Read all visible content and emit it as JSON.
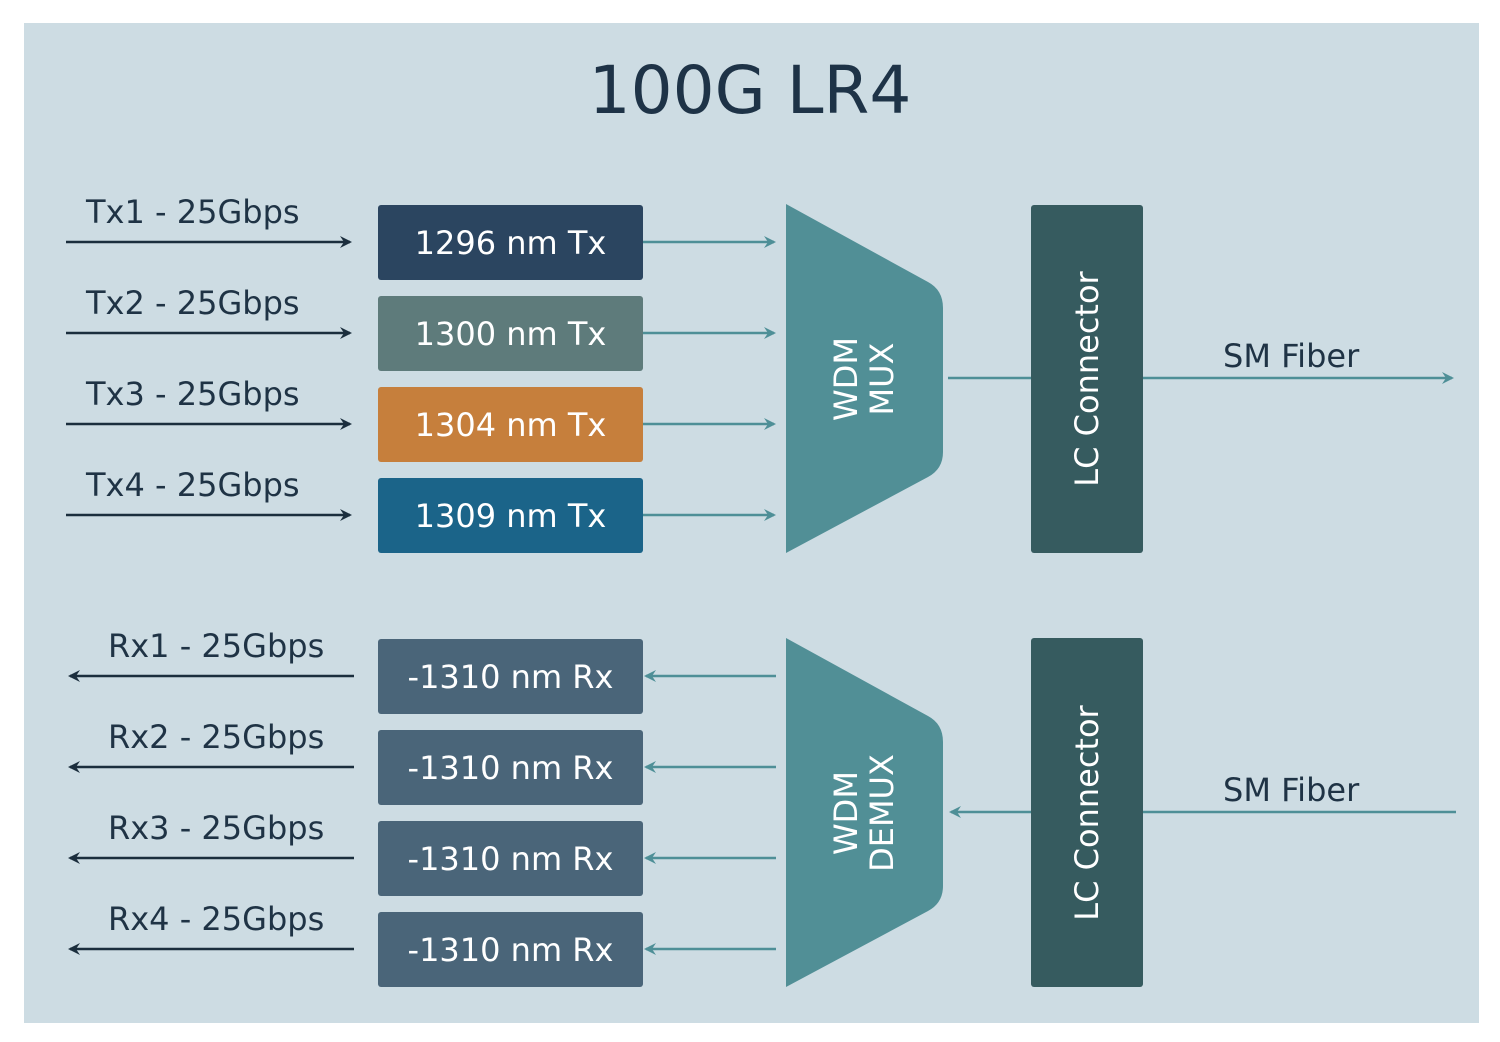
{
  "title": "100G LR4",
  "tx": {
    "lanes": [
      {
        "label": "Tx1 - 25Gbps",
        "box": "1296 nm Tx",
        "color": "#2b4560"
      },
      {
        "label": "Tx2 - 25Gbps",
        "box": "1300 nm Tx",
        "color": "#5e7b7b"
      },
      {
        "label": "Tx3 - 25Gbps",
        "box": "1304 nm Tx",
        "color": "#c67f3c"
      },
      {
        "label": "Tx4 - 25Gbps",
        "box": "1309 nm Tx",
        "color": "#1b6489"
      }
    ],
    "mux_line1": "WDM",
    "mux_line2": "MUX",
    "connector": "LC Connector",
    "fiber": "SM Fiber"
  },
  "rx": {
    "lanes": [
      {
        "label": "Rx1 - 25Gbps",
        "box": "-1310 nm Rx",
        "color": "#4a6579"
      },
      {
        "label": "Rx2 - 25Gbps",
        "box": "-1310 nm Rx",
        "color": "#4a6579"
      },
      {
        "label": "Rx3 - 25Gbps",
        "box": "-1310 nm Rx",
        "color": "#4a6579"
      },
      {
        "label": "Rx4 - 25Gbps",
        "box": "-1310 nm Rx",
        "color": "#4a6579"
      }
    ],
    "demux_line1": "WDM",
    "demux_line2": "DEMUX",
    "connector": "LC Connector",
    "fiber": "SM Fiber"
  },
  "colors": {
    "background": "#cddce3",
    "mux": "#518f96",
    "connector": "#365b5f",
    "teal_line": "#4e8f97",
    "dark_line": "#1b2e3d"
  }
}
